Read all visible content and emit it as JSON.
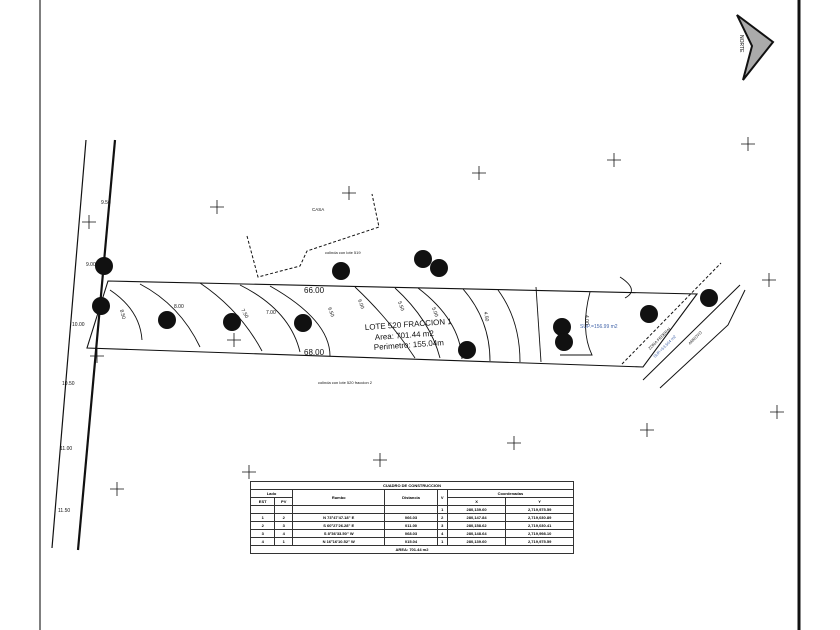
{
  "north_arrow": {
    "label": "NORTE"
  },
  "lot": {
    "title": "LOTE 520 FRACCION 1",
    "area": "Area: 701.44 m2",
    "perimeter": "Perimetro: 155.04m",
    "sup": "SUP.=156.99 m2"
  },
  "labels": {
    "casa": "CASA",
    "neighbor_top": "colinda con lote 519",
    "neighbor_bottom": "colinda con lote 520 fraccion 2",
    "zona_federal": "ZONA FEDERAL",
    "sup_zf": "SUP.=53.504 m2",
    "arroyo": "ARROYO",
    "top_length": "66.00",
    "bottom_length": "68.00"
  },
  "contours": [
    "9.50",
    "9.00",
    "10.00",
    "10.50",
    "11.00",
    "11.50",
    "8.50",
    "8.00",
    "7.50",
    "7.00",
    "6.50",
    "6.00",
    "5.50",
    "5.00",
    "4.50",
    "4.00"
  ],
  "table": {
    "title": "CUADRO DE CONSTRUCCION",
    "headers": {
      "lado": "Lado",
      "est": "EST",
      "pv": "PV",
      "rumbo": "Rumbo",
      "distancia": "Distancia",
      "v": "V",
      "coordenadas": "Coordenadas",
      "x": "X",
      "y": "Y"
    },
    "rows": [
      {
        "est": "",
        "pv": "",
        "rumbo": "",
        "dist": "",
        "v": "1",
        "x": "280,139.60",
        "y": "2,719,975.59"
      },
      {
        "est": "1",
        "pv": "2",
        "rumbo": "N 73°47'47.18\" E",
        "dist": "066.03",
        "v": "2",
        "x": "280,147.84",
        "y": "2,719,030.89"
      },
      {
        "est": "2",
        "pv": "3",
        "rumbo": "S 60°27'26.28\" E",
        "dist": "011.00",
        "v": "3",
        "x": "280,158.62",
        "y": "2,719,030.41"
      },
      {
        "est": "3",
        "pv": "4",
        "rumbo": "S 8°36'33.50\" W",
        "dist": "068.03",
        "v": "4",
        "x": "280,148.64",
        "y": "2,719,998.10"
      },
      {
        "est": "4",
        "pv": "1",
        "rumbo": "N 16°16'10.52\" W",
        "dist": "015.04",
        "v": "1",
        "x": "280,139.60",
        "y": "2,719,975.59"
      }
    ],
    "area": "AREA: 701.44 m2"
  }
}
